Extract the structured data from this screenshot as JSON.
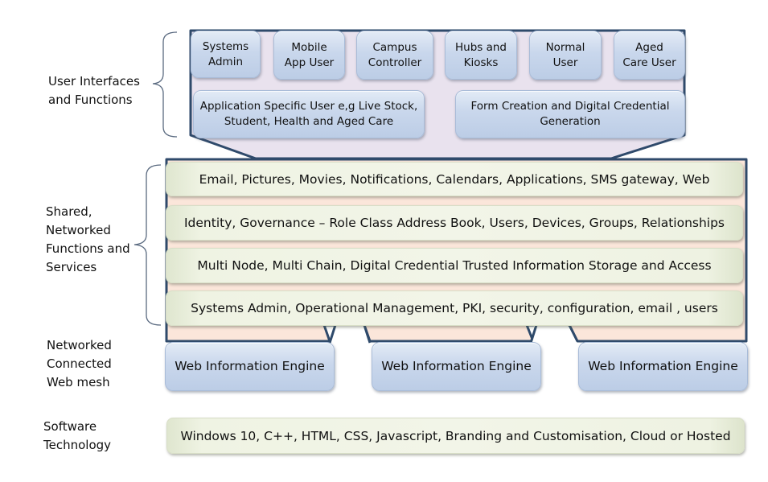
{
  "title": "Layered architecture diagram",
  "colors": {
    "outline": "#2f4a6b",
    "top_fill": "#e9e2ee",
    "middle_fill": "#fbe6da",
    "blue_box": "#c9d7ec",
    "green_box": "#eef2e2"
  },
  "layers": [
    {
      "label": "User Interfaces and Functions",
      "label_lines": [
        "User Interfaces",
        "and Functions"
      ],
      "items_row1": [
        "Systems\nAdmin",
        "Mobile\nApp User",
        "Campus\nController",
        "Hubs and\nKiosks",
        "Normal\nUser",
        "Aged\nCare User"
      ],
      "items_row2": [
        "Application Specific User  e,g Live Stock,\nStudent,  Health and Aged Care",
        "Form  Creation and Digital Credential\nGeneration"
      ]
    },
    {
      "label": "Shared, Networked Functions and Services",
      "label_lines": [
        "Shared,",
        "Networked",
        "Functions and",
        "Services"
      ],
      "items": [
        "Email, Pictures, Movies, Notifications, Calendars, Applications, SMS gateway, Web",
        "Identity, Governance – Role Class Address Book, Users, Devices, Groups, Relationships",
        "Multi Node, Multi Chain,  Digital Credential Trusted Information Storage and Access",
        "Systems Admin, Operational Management,  PKI, security, configuration, email , users"
      ]
    },
    {
      "label": "Networked Connected Web mesh",
      "label_lines": [
        "Networked",
        "Connected",
        "Web mesh"
      ],
      "items": [
        "Web Information Engine",
        "Web Information Engine",
        "Web Information Engine"
      ]
    },
    {
      "label": "Software Technology",
      "label_lines": [
        "Software",
        "Technology"
      ],
      "items": [
        "Windows 10, C++, HTML, CSS, Javascript, Branding and Customisation, Cloud or Hosted"
      ]
    }
  ]
}
